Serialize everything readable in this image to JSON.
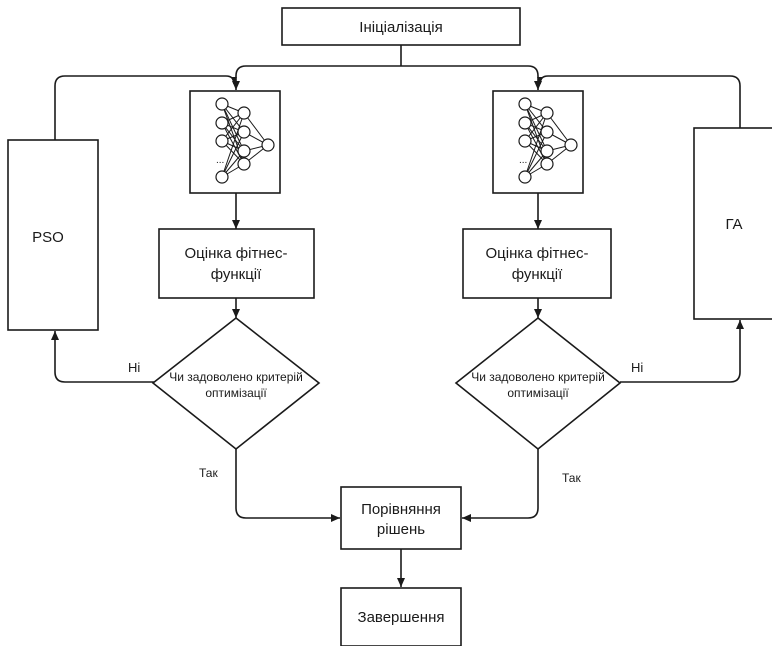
{
  "nodes": {
    "init": "Ініціалізація",
    "pso": "PSO",
    "ga": "ГА",
    "fitness_left": [
      "Оцінка фітнес-",
      "функції"
    ],
    "fitness_right": [
      "Оцінка фітнес-",
      "функції"
    ],
    "decision_left": [
      "Чи задоволено критерій",
      "оптимізації"
    ],
    "decision_right": [
      "Чи задоволено критерій",
      "оптимізації"
    ],
    "compare": [
      "Порівняння",
      "рішень"
    ],
    "finish": "Завершення",
    "nn_ellipsis": "..."
  },
  "edges": {
    "no_left": "Ні",
    "no_right": "Ні",
    "yes_left": "Так",
    "yes_right": "Так"
  },
  "colors": {
    "stroke": "#1a1a1a",
    "fill": "#ffffff"
  },
  "icons": {
    "network": "neural-network-icon"
  }
}
